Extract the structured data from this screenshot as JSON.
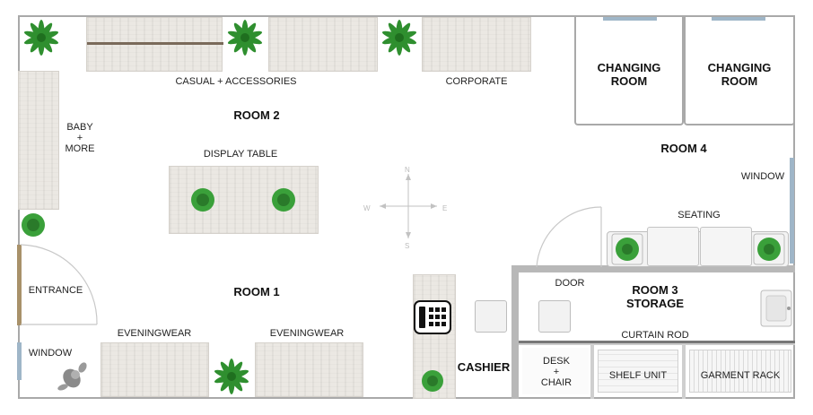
{
  "labels": {
    "casual": "CASUAL + ACCESSORIES",
    "corporate": "CORPORATE",
    "room2": "ROOM 2",
    "baby_line1": "BABY",
    "baby_line2": "+",
    "baby_line3": "MORE",
    "display_table": "DISPLAY TABLE",
    "changing1_line1": "CHANGING",
    "changing1_line2": "ROOM",
    "changing2_line1": "CHANGING",
    "changing2_line2": "ROOM",
    "room4": "ROOM 4",
    "window_right": "WINDOW",
    "seating": "SEATING",
    "entrance": "ENTRANCE",
    "room1": "ROOM 1",
    "door": "DOOR",
    "room3_line1": "ROOM 3",
    "room3_line2": "STORAGE",
    "curtain_rod": "CURTAIN ROD",
    "eveningwear1": "EVENINGWEAR",
    "eveningwear2": "EVENINGWEAR",
    "window_left": "WINDOW",
    "cashier": "CASHIER",
    "desk_line1": "DESK",
    "desk_line2": "+",
    "desk_line3": "CHAIR",
    "shelf_unit": "SHELF UNIT",
    "garment_rack": "GARMENT RACK",
    "compass_n": "N",
    "compass_s": "S",
    "compass_e": "E",
    "compass_w": "W"
  },
  "colors": {
    "wall": "#a9a9a9",
    "fixture": "#ebe8e3",
    "plant": "#2f8f2f",
    "window": "#9fb6c8",
    "entrance_jamb": "#a8916a"
  },
  "icons": [
    "plant-icon",
    "cash-register-icon",
    "compass-icon",
    "person-icon",
    "sink-icon"
  ]
}
